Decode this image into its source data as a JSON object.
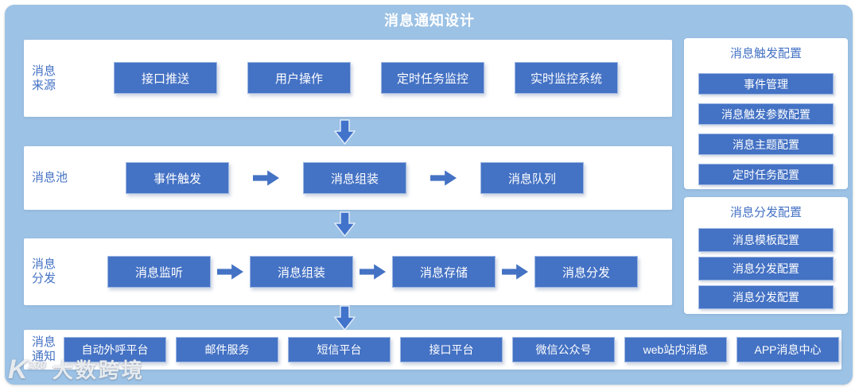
{
  "title": "消息通知设计",
  "rows": [
    {
      "label": "消息\n来源",
      "items": [
        "接口推送",
        "用户操作",
        "定时任务监控",
        "实时监控系统"
      ]
    },
    {
      "label": "消息池",
      "items": [
        "事件触发",
        "消息组装",
        "消息队列"
      ]
    },
    {
      "label": "消息\n分发",
      "items": [
        "消息监听",
        "消息组装",
        "消息存储",
        "消息分发"
      ]
    },
    {
      "label": "消息\n通知",
      "items": [
        "自动外呼平台",
        "邮件服务",
        "短信平台",
        "接口平台",
        "微信公众号",
        "web站内消息",
        "APP消息中心"
      ]
    }
  ],
  "panels": [
    {
      "title": "消息触发配置",
      "items": [
        "事件管理",
        "消息触发参数配置",
        "消息主题配置",
        "定时任务配置"
      ]
    },
    {
      "title": "消息分发配置",
      "items": [
        "消息模板配置",
        "消息分发配置",
        "消息分发配置"
      ]
    }
  ],
  "watermark": {
    "mark": "K",
    "mark_sup": "100",
    "text": "大数跨境"
  },
  "colors": {
    "canvas_blue": "#9CC2E5",
    "node_blue": "#4472C4",
    "arrow_blue": "#4472C4",
    "label_blue": "#4472C4",
    "band_white": "#FFFFFF",
    "title_white": "#FFFFFF"
  }
}
